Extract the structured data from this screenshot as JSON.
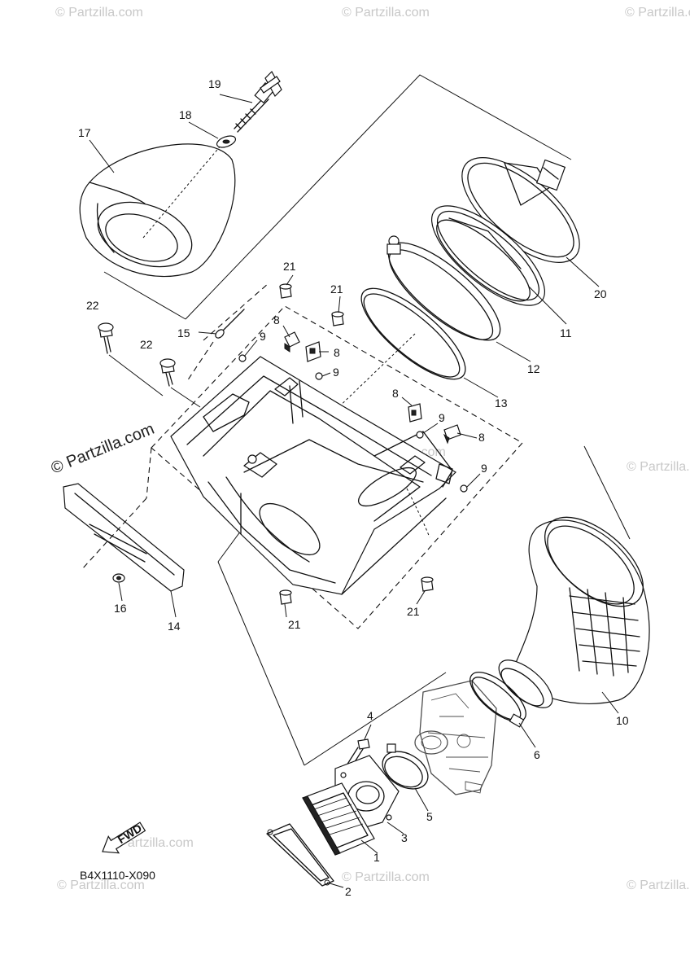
{
  "diagram": {
    "code": "B4X1110-X090",
    "fwd_label": "FWD",
    "watermarks": [
      "© Partzilla.com",
      "© Partzilla.com",
      "© Partzilla.com",
      "© Partzilla.com",
      "© Partzilla.com",
      "© Partzilla.com",
      "© Partzilla.com",
      "© Partzilla.com",
      "© Partzilla.com"
    ],
    "main_watermark": "© Partzilla.com",
    "callouts": {
      "c1": "1",
      "c2": "2",
      "c3": "3",
      "c4": "4",
      "c5": "5",
      "c6": "6",
      "c8a": "8",
      "c8b": "8",
      "c8c": "8",
      "c8d": "8",
      "c9a": "9",
      "c9b": "9",
      "c9c": "9",
      "c9d": "9",
      "c10": "10",
      "c11": "11",
      "c12": "12",
      "c13": "13",
      "c14": "14",
      "c15": "15",
      "c16": "16",
      "c17": "17",
      "c18": "18",
      "c19": "19",
      "c20": "20",
      "c21a": "21",
      "c21b": "21",
      "c21c": "21",
      "c21d": "21",
      "c22a": "22",
      "c22b": "22"
    }
  }
}
